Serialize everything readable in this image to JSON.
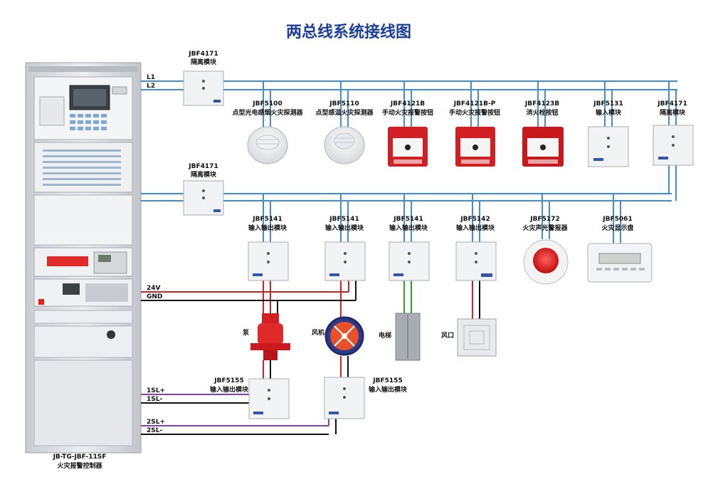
{
  "title": "两总线系统接线图",
  "controller": {
    "model": "JB-TG-JBF-11SF",
    "name": "火灾报警控制器"
  },
  "bus_labels": {
    "l1": "L1",
    "l2": "L2",
    "v24": "24V",
    "gnd": "GND",
    "sl1p": "1SL+",
    "sl1m": "1SL-",
    "sl2p": "2SL+",
    "sl2m": "2SL-"
  },
  "isolators": [
    {
      "model": "JBF4171",
      "name": "隔离模块"
    },
    {
      "model": "JBF4171",
      "name": "隔离模块"
    }
  ],
  "row1": [
    {
      "model": "JBF5100",
      "name": "点型光电感烟火灾探测器"
    },
    {
      "model": "JBF5110",
      "name": "点型感温火灾探测器"
    },
    {
      "model": "JBF4121B",
      "name": "手动火灾报警按钮"
    },
    {
      "model": "JBF4121B-P",
      "name": "手动火灾报警按钮"
    },
    {
      "model": "JBF4123B",
      "name": "消火栓按钮"
    },
    {
      "model": "JBF5131",
      "name": "输入模块"
    },
    {
      "model": "JBF4171",
      "name": "隔离模块"
    }
  ],
  "row2": [
    {
      "model": "JBF5141",
      "name": "输入输出模块"
    },
    {
      "model": "JBF5141",
      "name": "输入输出模块"
    },
    {
      "model": "JBF5141",
      "name": "输入输出模块"
    },
    {
      "model": "JBF5142",
      "name": "输入输出模块"
    },
    {
      "model": "JBF5172",
      "name": "火灾声光警报器"
    },
    {
      "model": "JBF5061",
      "name": "火灾显示盘"
    }
  ],
  "equipment": [
    {
      "name": "泵"
    },
    {
      "name": "风机"
    },
    {
      "name": "电梯"
    },
    {
      "name": "风口"
    }
  ],
  "row3": [
    {
      "model": "JBF5155",
      "name": "输入输出模块"
    },
    {
      "model": "JBF5155",
      "name": "输入输出模块"
    }
  ],
  "colors": {
    "bus": "#3d8fd1",
    "power": "#d62020",
    "gnd": "#111111",
    "sl": "#8a3fb3",
    "green": "#2aa52a",
    "title": "#1c3f9a"
  }
}
